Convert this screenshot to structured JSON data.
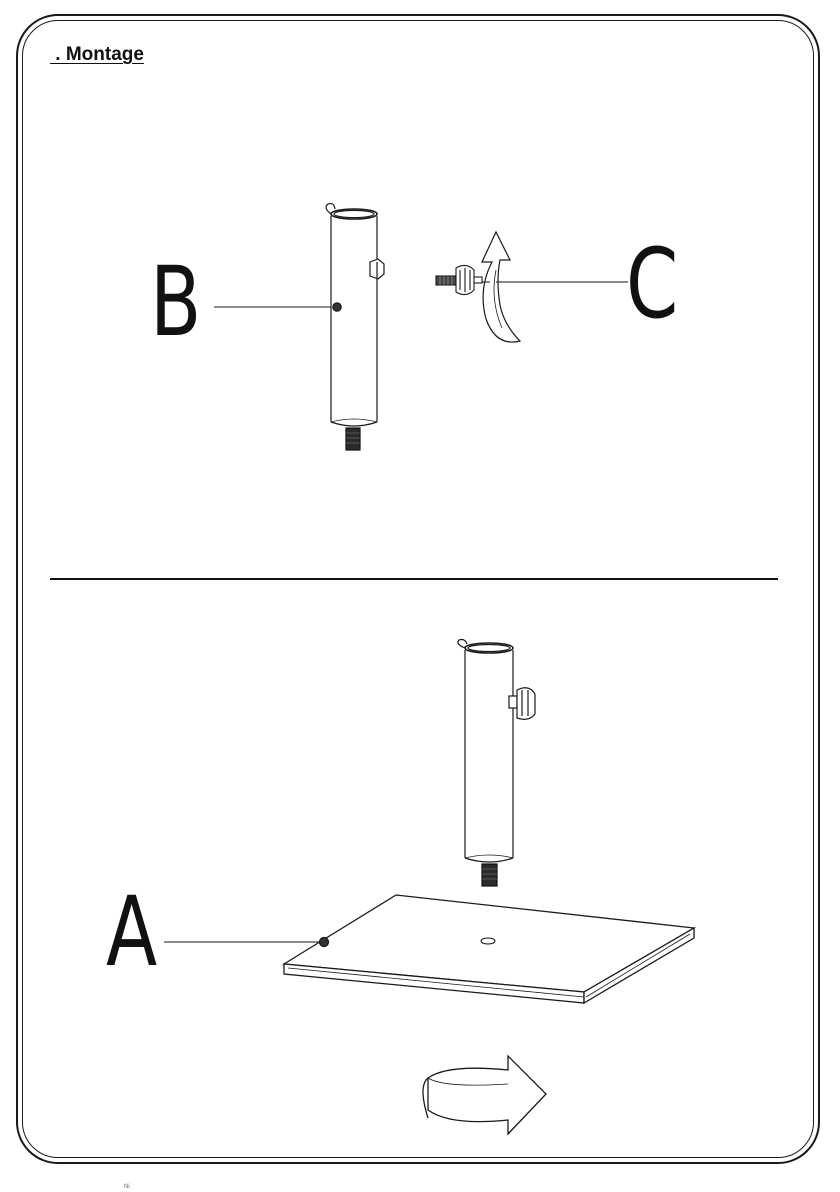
{
  "section": {
    "heading": " . Montage"
  },
  "parts": {
    "b_label": "B",
    "c_label": "C",
    "a_label": "A"
  },
  "footer": {
    "fragment": "Ni"
  }
}
